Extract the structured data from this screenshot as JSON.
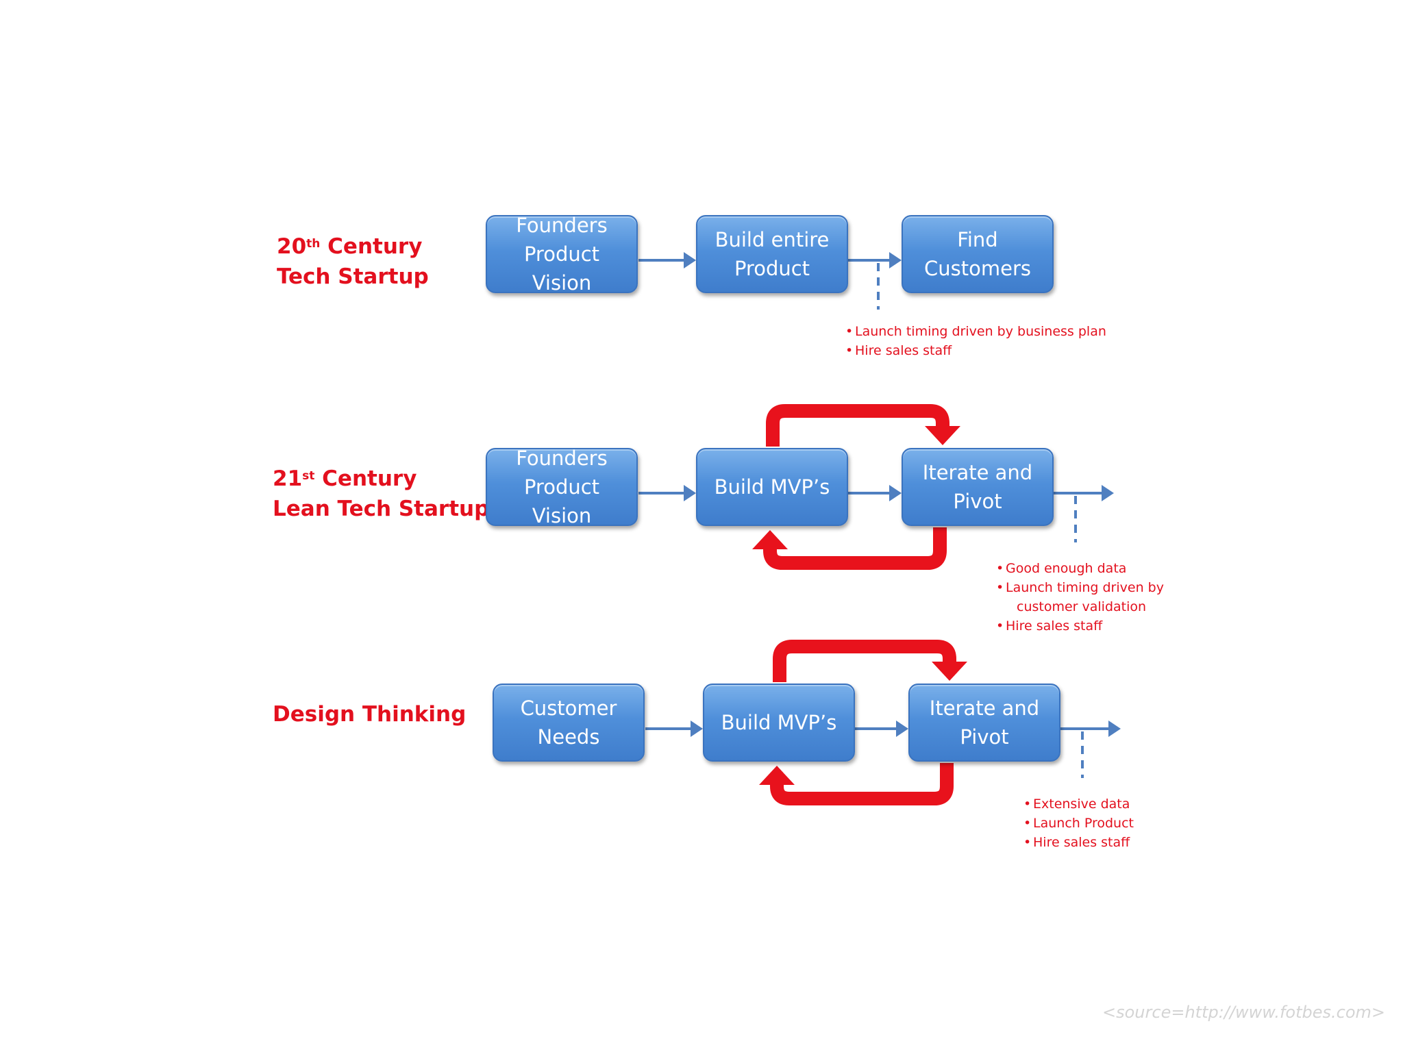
{
  "rows": [
    {
      "label_line1_pre": "20",
      "label_line1_sup": "th",
      "label_line1_post": " Century",
      "label_line2": "Tech Startup",
      "boxes": [
        {
          "lines": [
            "Founders",
            "Product",
            "Vision"
          ]
        },
        {
          "lines": [
            "Build entire",
            "Product"
          ]
        },
        {
          "lines": [
            "Find",
            "Customers"
          ]
        }
      ],
      "notes": [
        "Launch timing driven by business plan",
        "Hire sales staff"
      ]
    },
    {
      "label_line1_pre": "21",
      "label_line1_sup": "st",
      "label_line1_post": " Century",
      "label_line2": "Lean Tech Startup",
      "boxes": [
        {
          "lines": [
            "Founders",
            "Product",
            "Vision"
          ]
        },
        {
          "lines": [
            "Build MVP’s"
          ]
        },
        {
          "lines": [
            "Iterate and",
            "Pivot"
          ]
        }
      ],
      "notes": [
        "Good enough data",
        "Launch timing driven by",
        "customer validation",
        "Hire sales staff"
      ]
    },
    {
      "label_line1": "Design Thinking",
      "boxes": [
        {
          "lines": [
            "Customer",
            "Needs"
          ]
        },
        {
          "lines": [
            "Build MVP’s"
          ]
        },
        {
          "lines": [
            "Iterate and",
            "Pivot"
          ]
        }
      ],
      "notes": [
        "Extensive data",
        "Launch Product",
        "Hire sales staff"
      ]
    }
  ],
  "source": "<source=http://www.fotbes.com>",
  "colors": {
    "label_red": "#e3101e",
    "box_blue": "#4f8fda",
    "arrow_blue": "#4f7fc0",
    "loop_red": "#e8121c"
  }
}
